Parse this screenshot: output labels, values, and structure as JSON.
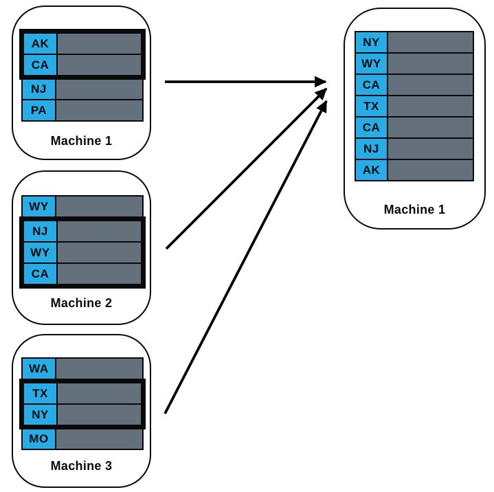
{
  "colors": {
    "key_cell": "#29ACE5",
    "value_cell": "#64717C",
    "stroke": "#000000",
    "canvas_bg": "#FFFFFF"
  },
  "source_machines": [
    {
      "label": "Machine 1",
      "rows": [
        {
          "key": "AK",
          "highlighted": true
        },
        {
          "key": "CA",
          "highlighted": true
        },
        {
          "key": "NJ",
          "highlighted": false
        },
        {
          "key": "PA",
          "highlighted": false
        }
      ]
    },
    {
      "label": "Machine 2",
      "rows": [
        {
          "key": "WY",
          "highlighted": false
        },
        {
          "key": "NJ",
          "highlighted": true
        },
        {
          "key": "WY",
          "highlighted": true
        },
        {
          "key": "CA",
          "highlighted": true
        }
      ]
    },
    {
      "label": "Machine 3",
      "rows": [
        {
          "key": "WA",
          "highlighted": false
        },
        {
          "key": "TX",
          "highlighted": true
        },
        {
          "key": "NY",
          "highlighted": true
        },
        {
          "key": "MO",
          "highlighted": false
        }
      ]
    }
  ],
  "target_machine": {
    "label": "Machine 1",
    "rows": [
      {
        "key": "NY"
      },
      {
        "key": "WY"
      },
      {
        "key": "CA"
      },
      {
        "key": "TX"
      },
      {
        "key": "CA"
      },
      {
        "key": "NJ"
      },
      {
        "key": "AK"
      }
    ]
  },
  "arrows": [
    {
      "from": "Machine 1",
      "to": "Machine 1"
    },
    {
      "from": "Machine 2",
      "to": "Machine 1"
    },
    {
      "from": "Machine 3",
      "to": "Machine 1"
    }
  ]
}
